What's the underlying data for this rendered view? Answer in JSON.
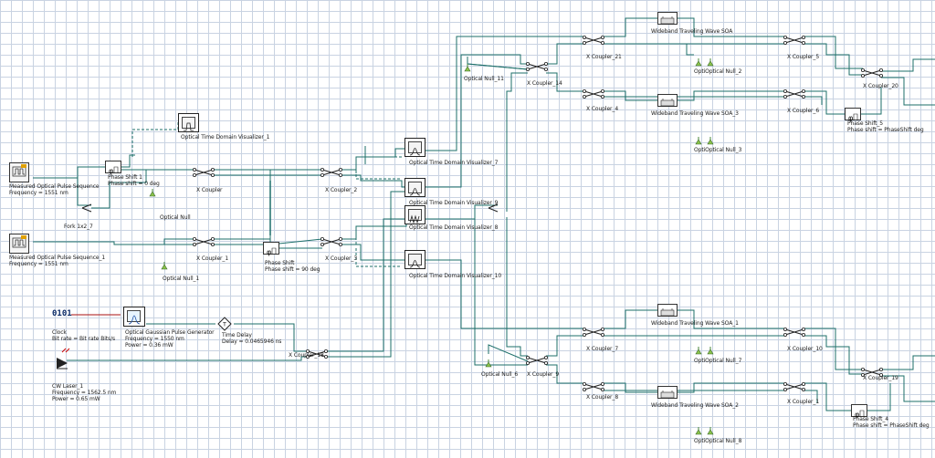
{
  "colors": {
    "wire": "#1d6f6a",
    "optical": "#1d6f6a",
    "electrical": "#aa1111",
    "null": "#4a8a3a"
  },
  "components": {
    "mops": {
      "name": "Measured Optical Pulse Sequence",
      "freq": "Frequency = 1551  nm"
    },
    "mops1": {
      "name": "Measured Optical Pulse Sequence_1",
      "freq": "Frequency = 1551  nm"
    },
    "ps1": {
      "name": "Phase Shift 1",
      "val": "Phase shift = 0   deg"
    },
    "ps": {
      "name": "Phase Shift",
      "val": "Phase shift = 90  deg"
    },
    "fork": "Fork 1x2_7",
    "xc": "X Coupler",
    "xc1": "X Coupler_1",
    "xc2": "X Coupler_2",
    "xc3": "X Coupler_3",
    "null": "Optical Null",
    "null1": "Optical Null_1",
    "otdv1": "Optical Time Domain Visualizer_1",
    "otdv7": "Optical Time Domain Visualizer_7",
    "otdv9": "Optical Time Domain Visualizer_9",
    "otdv8": "Optical Time Domain Visualizer_8",
    "otdv10": "Optical Time Domain Visualizer_10",
    "clock": {
      "name": "Clock",
      "rate": "Bit rate = Bit rate  Bits/s",
      "glyph": "0101"
    },
    "ogpg": {
      "name": "Optical Gaussian Pulse Generator",
      "freq": "Frequency = 1550  nm",
      "power": "Power = 0.36  mW"
    },
    "td": {
      "name": "Time Delay",
      "val": "Delay = 0.0465946  ns"
    },
    "xc18": "X Coupler_18",
    "cw": {
      "name": "CW Laser_1",
      "freq": "Frequency = 1562.5  nm",
      "power": "Power = 0.65  mW"
    },
    "null11": "Optical Null_11",
    "xc14": "X Coupler_14",
    "xc21": "X Coupler_21",
    "xc4": "X Coupler_4",
    "soa_top": "Wideband Traveling Wave SOA",
    "soa3": "Wideband Traveling Wave SOA_3",
    "null2": "OptiOptical Null_2",
    "null3": "OptiOptical Null_3",
    "xc5": "X Coupler_5",
    "xc6": "X Coupler_6",
    "xc20": "X Coupler_20",
    "ps5": {
      "name": "Phase Shift_5",
      "val": "Phase shift = PhaseShift  deg"
    },
    "null6": "Optical Null_6",
    "xc7": "X Coupler_7",
    "xc9": "X Coupler_9",
    "xc8": "X Coupler_8",
    "soa1": "Wideband Traveling Wave SOA_1",
    "soa2": "Wideband Traveling Wave SOA_2",
    "null7": "OptiOptical Null_7",
    "null8": "OptiOptical Null_8",
    "xc10": "X Coupler_10",
    "xc1b": "X Coupler_1",
    "xc19": "X Coupler_19",
    "ps4": {
      "name": "Phase Shift_4",
      "val": "Phase shift = PhaseShift  deg"
    }
  }
}
